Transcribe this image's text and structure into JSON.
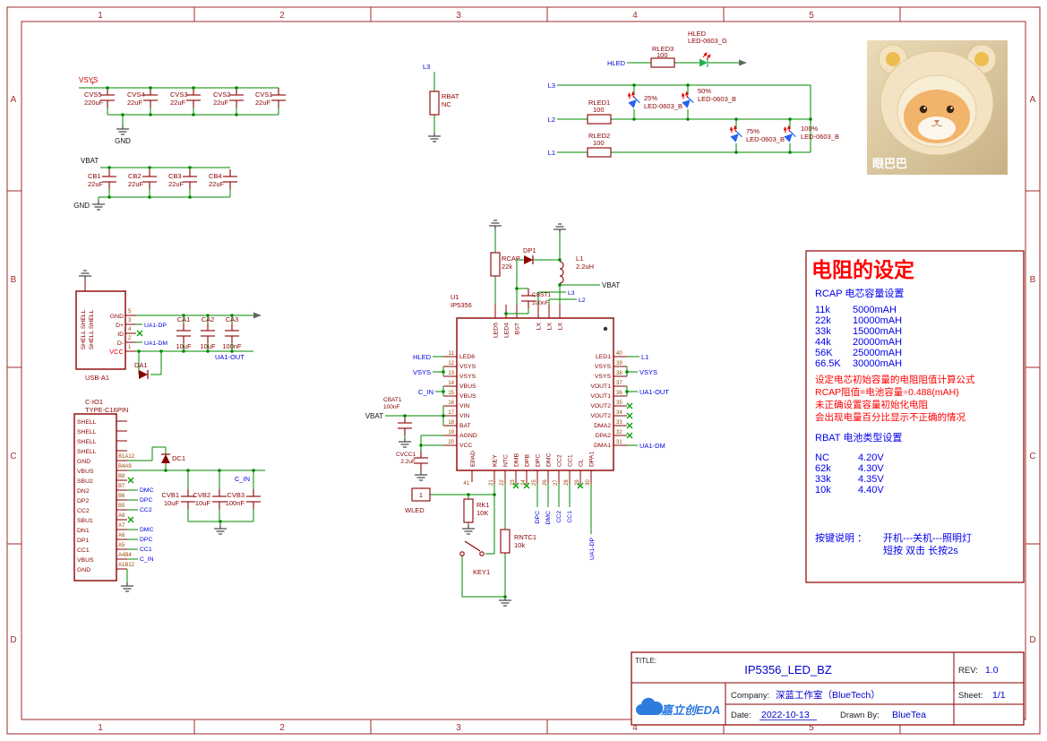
{
  "colors": {
    "wire": "#008A00",
    "component": "#8B0000",
    "net_label": "#0000E6",
    "annotation_red": "#FF0000",
    "note_blue": "#0000EE",
    "frame": "#A22B2B",
    "led_blue": "#2563EB",
    "led_green": "#22B14C"
  },
  "frame": {
    "cols": [
      "1",
      "2",
      "3",
      "4",
      "5"
    ],
    "rows": [
      "A",
      "B",
      "C",
      "D"
    ]
  },
  "vsys_bank": {
    "net": "VSYS",
    "plus": "+",
    "gnd_label": "GND",
    "caps": [
      {
        "ref": "CVS5",
        "val": "220uF"
      },
      {
        "ref": "CVS4",
        "val": "22uF"
      },
      {
        "ref": "CVS3",
        "val": "22uF"
      },
      {
        "ref": "CVS2",
        "val": "22uF"
      },
      {
        "ref": "CVS1",
        "val": "22uF"
      }
    ]
  },
  "vbat_bank": {
    "net": "VBAT",
    "gnd_label": "GND",
    "caps": [
      {
        "ref": "CB1",
        "val": "22uF"
      },
      {
        "ref": "CB2",
        "val": "22uF"
      },
      {
        "ref": "CB3",
        "val": "22uF"
      },
      {
        "ref": "CB4",
        "val": "22uF"
      }
    ]
  },
  "rbat": {
    "net": "L3",
    "ref": "RBAT",
    "val": "NC"
  },
  "led_array": {
    "hled_net": "HLED",
    "rails": [
      "L3",
      "L2",
      "L1"
    ],
    "rled3": {
      "ref": "RLED3",
      "val": "100"
    },
    "rled1": {
      "ref": "RLED1",
      "val": "100"
    },
    "rled2": {
      "ref": "RLED2",
      "val": "100"
    },
    "green_led": {
      "ref": "HLED",
      "val": "LED-0603_G"
    },
    "leds": [
      {
        "pct": "25%",
        "val": "LED-0603_B"
      },
      {
        "pct": "50%",
        "val": "LED-0603_B"
      },
      {
        "pct": "75%",
        "val": "LED-0603_B"
      },
      {
        "pct": "100%",
        "val": "LED-0603_B"
      }
    ]
  },
  "photo": {
    "caption": "眼巴巴"
  },
  "usb": {
    "ref": "USB-A1",
    "shell_label": "SHELL SHELL",
    "shell_label2": "SHELL SHELL",
    "pins": [
      {
        "name": "GND",
        "num": "5"
      },
      {
        "name": "D+",
        "num": "3"
      },
      {
        "name": "ID",
        "num": "4"
      },
      {
        "name": "D-",
        "num": "2"
      },
      {
        "name": "VCC",
        "num": "1"
      }
    ],
    "net_dp": "UA1-DP",
    "net_dm": "UA1-DM",
    "net_out": "UA1-OUT",
    "caps": [
      {
        "ref": "CA1",
        "val": "10uF"
      },
      {
        "ref": "CA2",
        "val": "10uF"
      },
      {
        "ref": "CA3",
        "val": "100nF"
      }
    ],
    "diode": "DA1"
  },
  "typec": {
    "ref": "C-IO1",
    "part": "TYPE-C16PIN",
    "diode": "DC1",
    "cin_net": "C_IN",
    "pins": [
      {
        "name": "SHELL",
        "num": ""
      },
      {
        "name": "SHELL",
        "num": ""
      },
      {
        "name": "SHELL",
        "num": ""
      },
      {
        "name": "SHELL",
        "num": ""
      },
      {
        "name": "GND",
        "num": "B1A12"
      },
      {
        "name": "VBUS",
        "num": "B4A9"
      },
      {
        "name": "SBU2",
        "num": "B8"
      },
      {
        "name": "DN2",
        "num": "B7",
        "net": "DMC"
      },
      {
        "name": "DP2",
        "num": "B6",
        "net": "DPC"
      },
      {
        "name": "CC2",
        "num": "B5",
        "net": "CC2"
      },
      {
        "name": "SBU1",
        "num": "A8"
      },
      {
        "name": "DN1",
        "num": "A7",
        "net": "DMC"
      },
      {
        "name": "DP1",
        "num": "A6",
        "net": "DPC"
      },
      {
        "name": "CC1",
        "num": "A5",
        "net": "CC1"
      },
      {
        "name": "VBUS",
        "num": "A4B4",
        "net": "C_IN"
      },
      {
        "name": "GND",
        "num": "A1B12"
      }
    ],
    "caps": [
      {
        "ref": "CVB1",
        "val": "10uF"
      },
      {
        "ref": "CVB2",
        "val": "10uF"
      },
      {
        "ref": "CVB3",
        "val": "100nF"
      }
    ]
  },
  "chip": {
    "ref": "U1",
    "part": "IP5356",
    "epad": "EPAD",
    "epad_num": "41",
    "top_pins": [
      "LED5",
      "LED4",
      "BST",
      "LX",
      "LX",
      "LX"
    ],
    "left_pins": [
      {
        "num": "11",
        "name": "LED6"
      },
      {
        "num": "12",
        "name": "VSYS"
      },
      {
        "num": "13",
        "name": "VSYS"
      },
      {
        "num": "14",
        "name": "VBUS"
      },
      {
        "num": "15",
        "name": "VBUS"
      },
      {
        "num": "16",
        "name": "VIN"
      },
      {
        "num": "17",
        "name": "VIN"
      },
      {
        "num": "18",
        "name": "BAT"
      },
      {
        "num": "19",
        "name": "AGND"
      },
      {
        "num": "20",
        "name": "VCC"
      }
    ],
    "right_pins": [
      {
        "num": "40",
        "name": "LED1"
      },
      {
        "num": "39",
        "name": "VSYS"
      },
      {
        "num": "38",
        "name": "VSYS"
      },
      {
        "num": "37",
        "name": "VOUT1"
      },
      {
        "num": "36",
        "name": "VOUT1"
      },
      {
        "num": "35",
        "name": "VOUT2"
      },
      {
        "num": "34",
        "name": "VOUT2"
      },
      {
        "num": "33",
        "name": "DMA2"
      },
      {
        "num": "32",
        "name": "DPA2"
      },
      {
        "num": "31",
        "name": "DMA1"
      }
    ],
    "bottom_pins": [
      {
        "num": "21",
        "name": "KEY"
      },
      {
        "num": "22",
        "name": "NTC"
      },
      {
        "num": "23",
        "name": "DMB"
      },
      {
        "num": "24",
        "name": "DPB"
      },
      {
        "num": "25",
        "name": "DPC"
      },
      {
        "num": "26",
        "name": "DMC"
      },
      {
        "num": "27",
        "name": "CC2"
      },
      {
        "num": "28",
        "name": "CC1"
      },
      {
        "num": "29",
        "name": "CL"
      },
      {
        "num": "30",
        "name": "DPA1"
      }
    ]
  },
  "chip_ext": {
    "rcap": {
      "ref": "RCAP",
      "val": "22k"
    },
    "dp1": "DP1",
    "l1": {
      "ref": "L1",
      "val": "2.2uH"
    },
    "vbat_top": "VBAT",
    "cbst1": {
      "ref": "CBST1",
      "val": "100nF"
    },
    "lx_nets": [
      "L3",
      "L2"
    ],
    "left_nets": {
      "hled": "HLED",
      "vsys": "VSYS",
      "cin": "C_IN",
      "vbat": "VBAT"
    },
    "cbat1": {
      "ref": "CBAT1",
      "val": "100nF"
    },
    "cvcc1": {
      "ref": "CVCC1",
      "val": "2.2uF"
    },
    "right_nets": {
      "l1": "L1",
      "vsys": "VSYS",
      "out": "UA1-OUT",
      "dm": "UA1-DM"
    },
    "bottom_nets": [
      "DPC",
      "DMC",
      "CC2",
      "CC1"
    ],
    "dpa1_net": "UA1-DP",
    "wled": {
      "pin": "1",
      "label": "WLED"
    },
    "rk1": {
      "ref": "RK1",
      "val": "10K"
    },
    "rntc1": {
      "ref": "RNTC1",
      "val": "10k"
    },
    "key1": "KEY1"
  },
  "notes": {
    "title": "电阻的设定",
    "rcap_heading": "RCAP 电芯容量设置",
    "rcap_rows": [
      {
        "r": "11k",
        "c": "5000mAH"
      },
      {
        "r": "22k",
        "c": "10000mAH"
      },
      {
        "r": "33k",
        "c": "15000mAH"
      },
      {
        "r": "44k",
        "c": "20000mAH"
      },
      {
        "r": "56K",
        "c": "25000mAH"
      },
      {
        "r": "66.5K",
        "c": "30000mAH"
      }
    ],
    "warn": [
      "设定电芯初始容量的电阻阻值计算公式",
      "RCAP阻值=电池容量÷0.488(mAH)",
      "未正确设置容量初始化电阻",
      "会出现电量百分比显示不正确的情况"
    ],
    "rbat_heading": "RBAT 电池类型设置",
    "rbat_rows": [
      {
        "r": "NC",
        "v": "4.20V"
      },
      {
        "r": "62k",
        "v": "4.30V"
      },
      {
        "r": "33k",
        "v": "4.35V"
      },
      {
        "r": "10k",
        "v": "4.40V"
      }
    ],
    "key_label": "按键说明 ：",
    "key_line1": "开机---关机---照明灯",
    "key_line2": "短按    双击    长按2s"
  },
  "titleblock": {
    "title_label": "TITLE:",
    "title": "IP5356_LED_BZ",
    "rev_label": "REV:",
    "rev": "1.0",
    "company_label": "Company:",
    "company": "深蓝工作室（BlueTech）",
    "sheet_label": "Sheet:",
    "sheet": "1/1",
    "date_label": "Date:",
    "date": "2022-10-13",
    "drawn_label": "Drawn By:",
    "drawn": "BlueTea",
    "logo_text": "嘉立创EDA"
  }
}
